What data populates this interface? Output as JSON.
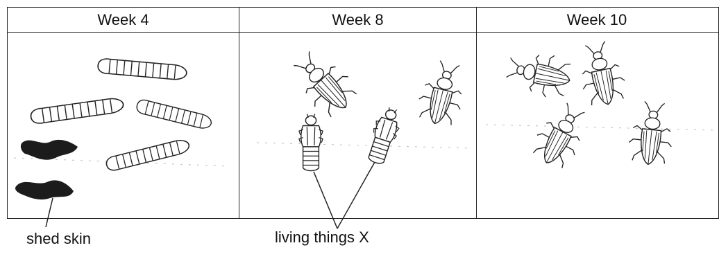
{
  "table": {
    "headers": [
      "Week 4",
      "Week 8",
      "Week 10"
    ]
  },
  "labels": {
    "shed_skin": "shed skin",
    "living_things_x": "living things X"
  }
}
